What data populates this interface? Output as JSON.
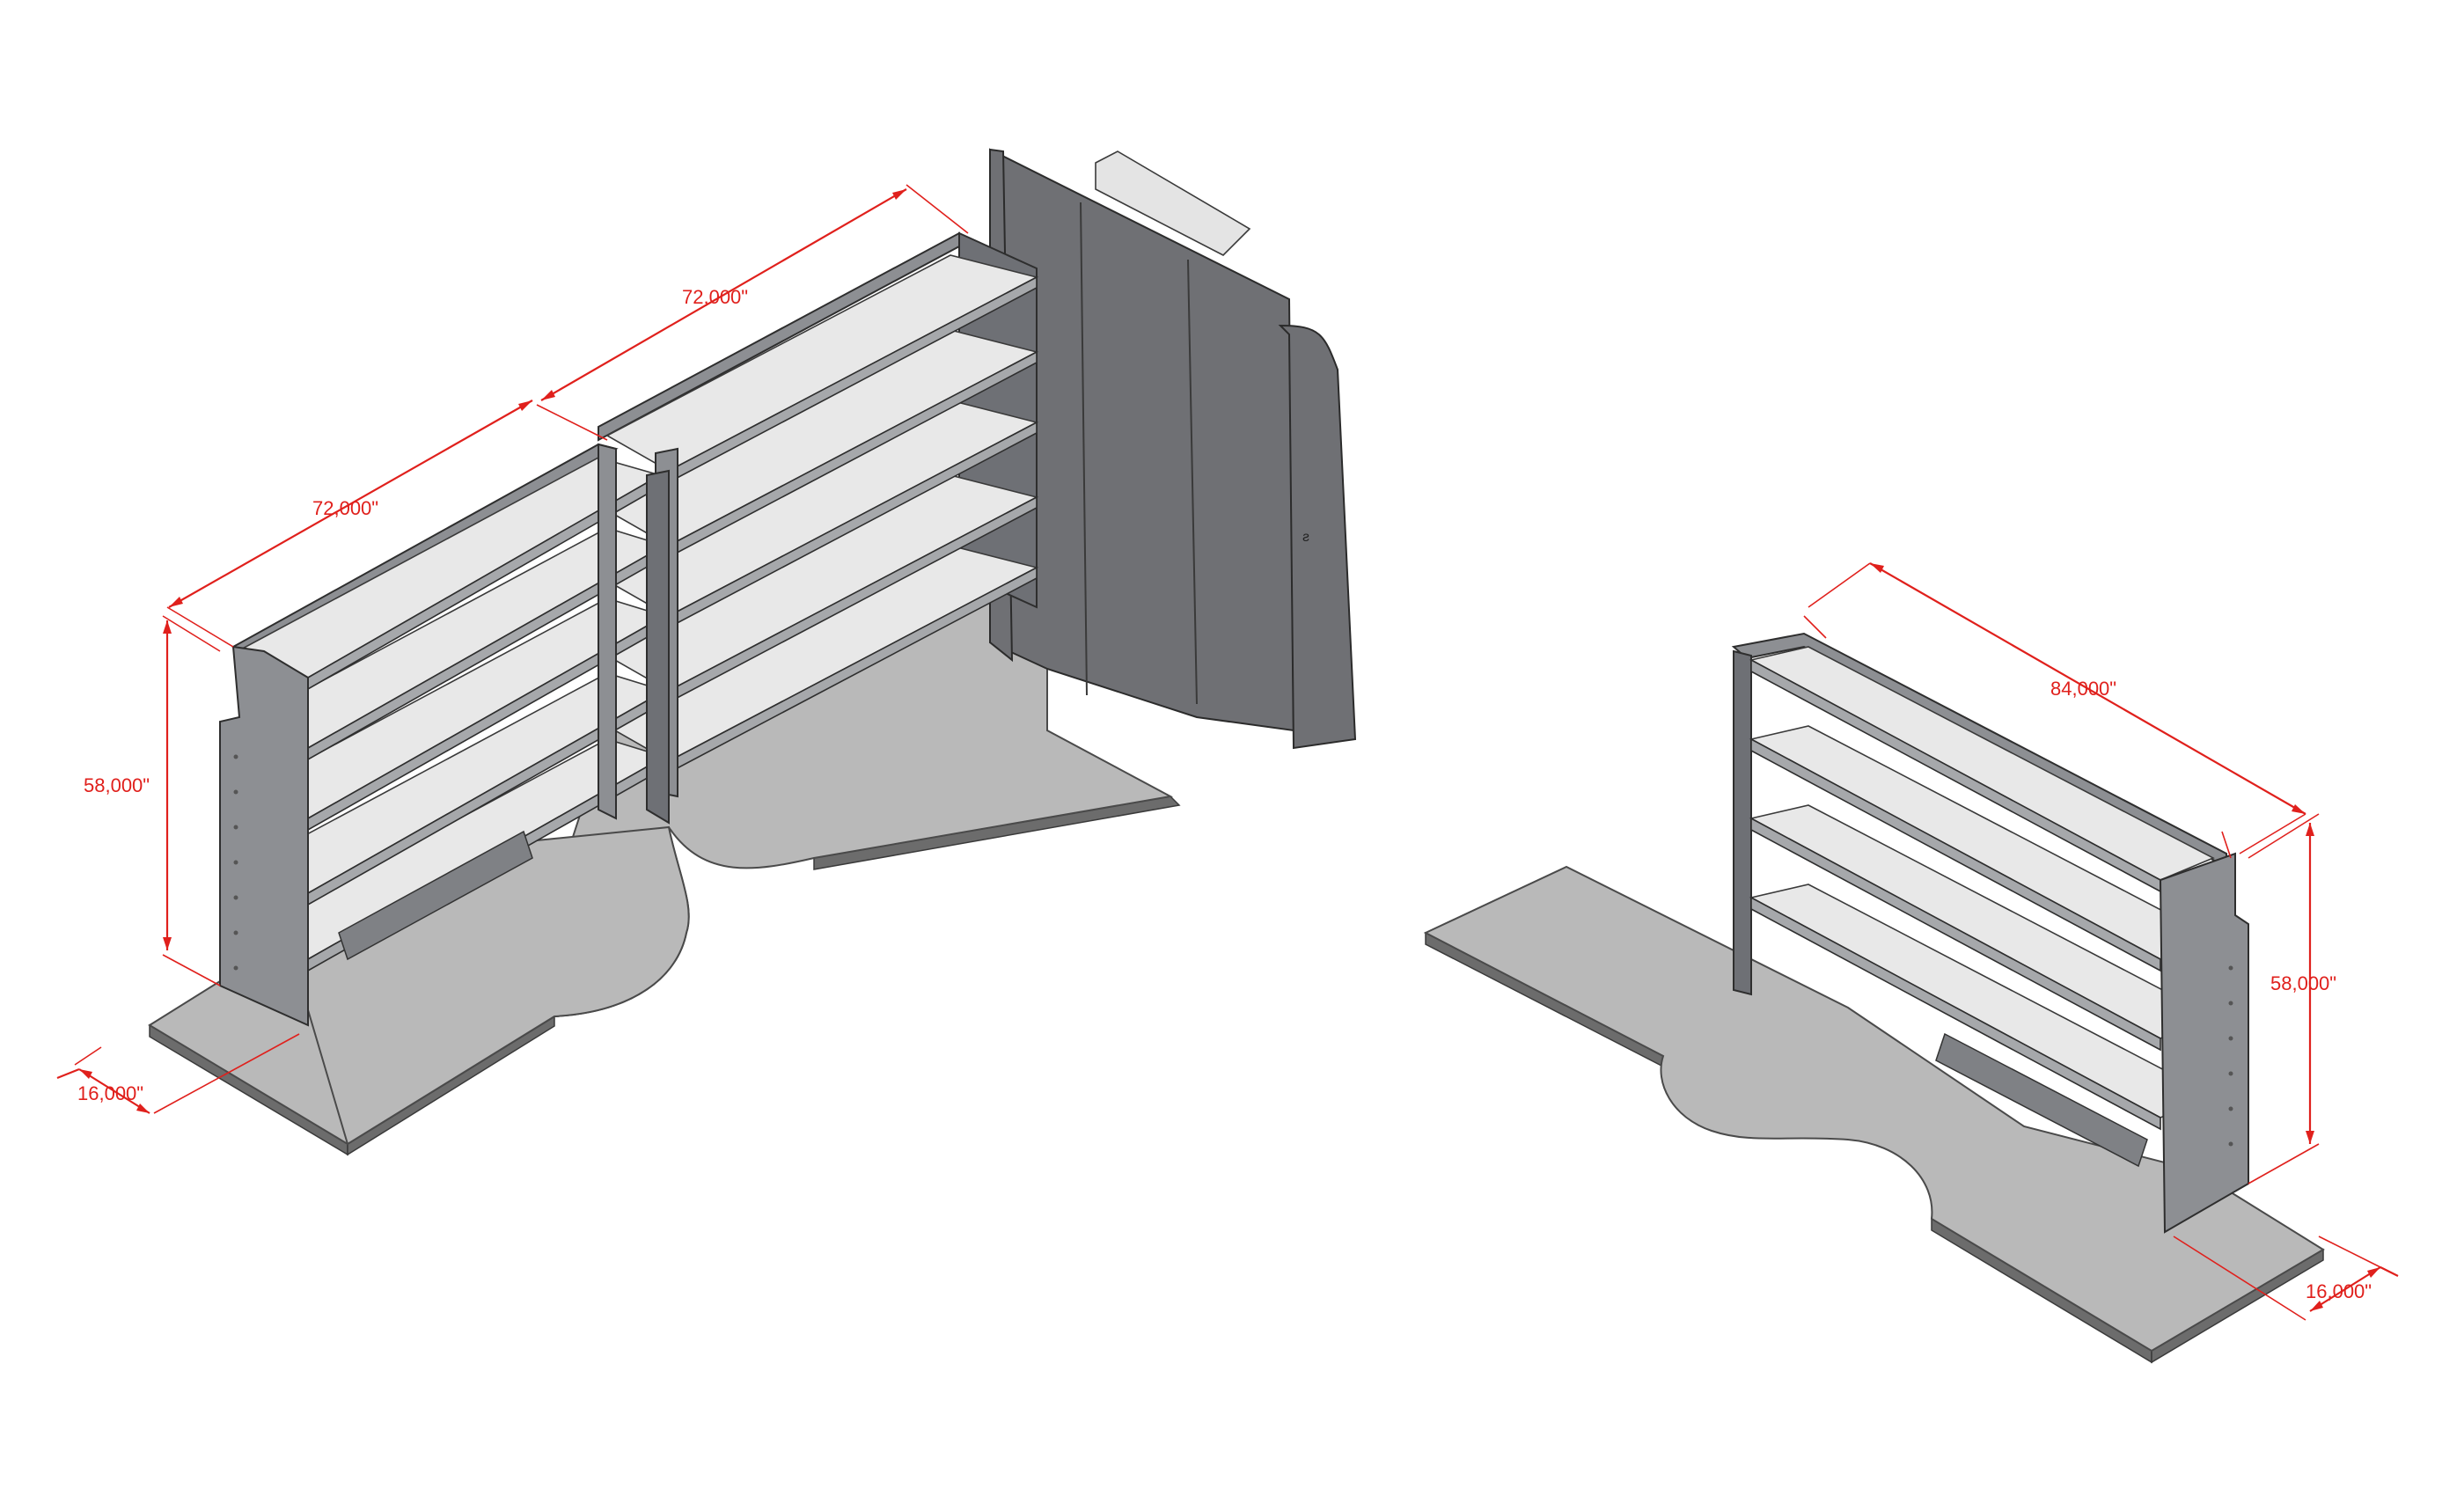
{
  "dimensions": {
    "left": {
      "length_upper": "72,000\"",
      "length_lower": "72,000\"",
      "height": "58,000\"",
      "depth": "16,000\""
    },
    "right": {
      "length": "84,000\"",
      "height": "58,000\"",
      "depth": "16,000\""
    }
  },
  "colors": {
    "dimension": "#e0201c",
    "floor": "#b9b9b9",
    "shelving_frame": "#8d8f93",
    "shelf_surface": "#e8e8e8",
    "partition_wall": "#6f7074"
  }
}
